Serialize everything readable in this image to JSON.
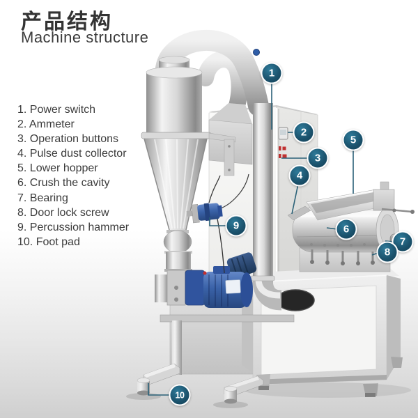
{
  "header": {
    "title_zh": "产品结构",
    "title_en": "Machine structure"
  },
  "legend": {
    "items": [
      "1. Power switch",
      "2. Ammeter",
      "3. Operation buttons",
      "4. Pulse dust collector",
      "5. Lower hopper",
      "6. Crush the cavity",
      "7. Bearing",
      "8. Door lock screw",
      "9. Percussion hammer",
      "10. Foot pad"
    ]
  },
  "badges": {
    "labels": [
      "1",
      "2",
      "3",
      "4",
      "5",
      "6",
      "7",
      "8",
      "9",
      "10"
    ]
  },
  "colors": {
    "badge_fill": "#1a506a",
    "leader_line": "#2a6178",
    "motor_blue": "#3a62a8",
    "panel_marks_red": "#c03030",
    "steel_light": "#ececec",
    "steel_dark": "#9a9a9a",
    "text": "#3a3a3a",
    "floor_gray": "#d6d6d6"
  }
}
